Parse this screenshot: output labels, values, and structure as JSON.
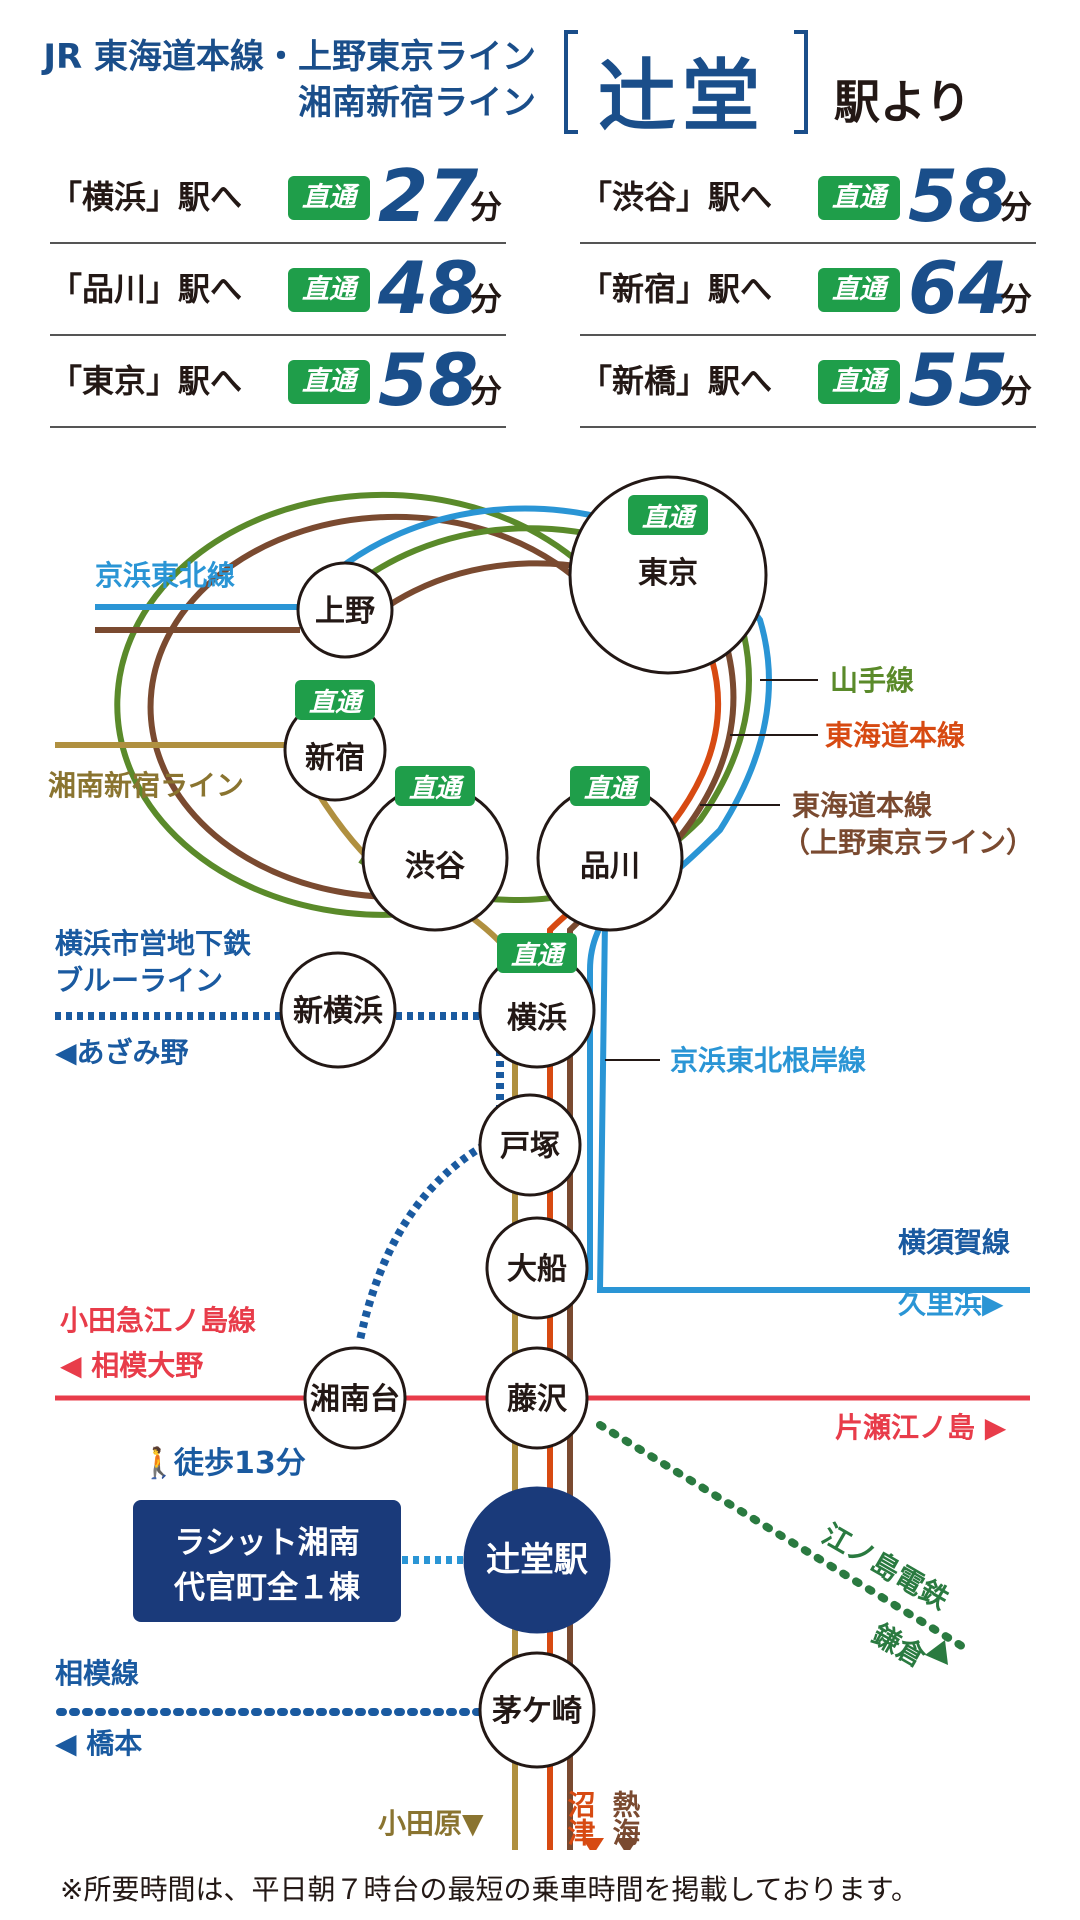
{
  "header": {
    "line1": "JR 東海道本線・上野東京ライン",
    "line2": "湘南新宿ライン",
    "station": "辻堂",
    "yori": "駅より"
  },
  "times": [
    {
      "dest": "「横浜」駅へ",
      "badge": "直通",
      "minutes": "27",
      "unit": "分"
    },
    {
      "dest": "「品川」駅へ",
      "badge": "直通",
      "minutes": "48",
      "unit": "分"
    },
    {
      "dest": "「東京」駅へ",
      "badge": "直通",
      "minutes": "58",
      "unit": "分"
    },
    {
      "dest": "「渋谷」駅へ",
      "badge": "直通",
      "minutes": "58",
      "unit": "分"
    },
    {
      "dest": "「新宿」駅へ",
      "badge": "直通",
      "minutes": "64",
      "unit": "分"
    },
    {
      "dest": "「新橋」駅へ",
      "badge": "直通",
      "minutes": "55",
      "unit": "分"
    }
  ],
  "map": {
    "direct_badge": "直通",
    "stations": {
      "ueno": "上野",
      "tokyo": "東京",
      "shinjuku": "新宿",
      "shibuya": "渋谷",
      "shinagawa": "品川",
      "shinyokohama": "新横浜",
      "yokohama": "横浜",
      "totsuka": "戸塚",
      "ofuna": "大船",
      "shonandai": "湘南台",
      "fujisawa": "藤沢",
      "tsujido": "辻堂駅",
      "chigasaki": "茅ケ崎"
    },
    "lines": {
      "keihin_tohoku": "京浜東北線",
      "shonan_shinjuku": "湘南新宿ライン",
      "yamanote": "山手線",
      "tokaido": "東海道本線",
      "tokaido_ueno_1": "東海道本線",
      "tokaido_ueno_2": "（上野東京ライン）",
      "blue_line_1": "横浜市営地下鉄",
      "blue_line_2": "ブルーライン",
      "azamino": "◀あざみ野",
      "negishi": "京浜東北根岸線",
      "yokosuka": "横須賀線",
      "kurihama": "久里浜▶",
      "odakyu": "小田急江ノ島線",
      "sagamiono": "◀ 相模大野",
      "katase": "片瀬江ノ島 ▶",
      "enoden_1": "江ノ島電鉄",
      "kamakura": "鎌倉",
      "sagami": "相模線",
      "hashimoto": "◀ 橋本",
      "odawara": "小田原▼",
      "numazu": "沼津",
      "atami": "熱海"
    },
    "walk": "徒歩13分",
    "property_1": "ラシット湘南",
    "property_2": "代官町全１棟"
  },
  "footnote": "※所要時間は、平日朝７時台の最短の乗車時間を掲載しております。",
  "colors": {
    "navy": "#1a3a7a",
    "blue_text": "#1a4e8a",
    "keihin": "#2a95d5",
    "yamanote": "#5a8a2a",
    "tokaido": "#d74a12",
    "ueno_tokyo": "#7a4a30",
    "shonan": "#b09040",
    "odakyu": "#e83c4a",
    "enoden": "#2a7a40",
    "subway": "#1a5aa0",
    "badge_green": "#1f9e4a"
  }
}
